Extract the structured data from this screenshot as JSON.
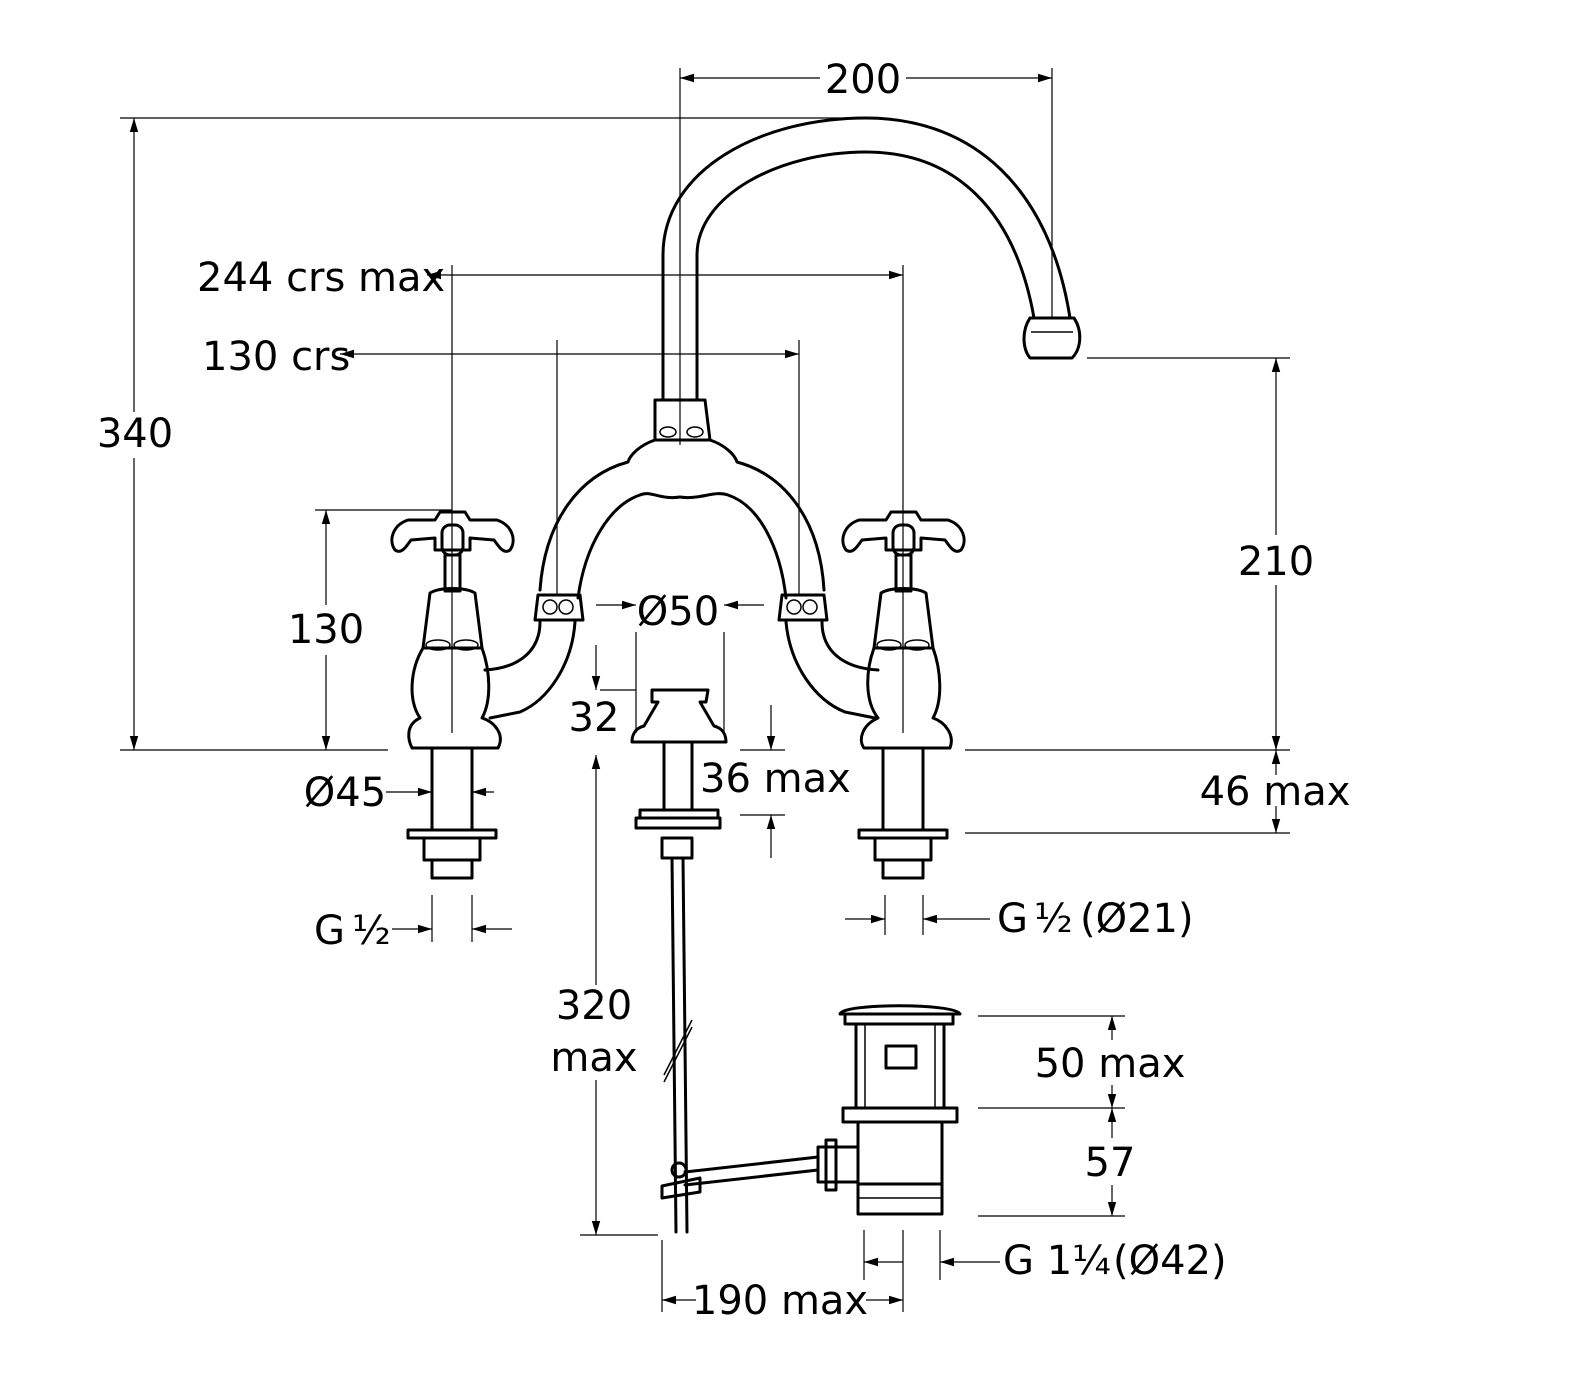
{
  "dimensions": {
    "spout_reach": "200",
    "overall_height": "340",
    "centres_max": "244 crs max",
    "centres": "130 crs",
    "spout_height": "210",
    "handle_height": "130",
    "spout_base_dia": "Ø50",
    "pop_up_height": "32",
    "deck_thickness_pop_up": "36 max",
    "deck_thickness_tap": "46 max",
    "tap_base_dia": "Ø45",
    "tail_thread_left": {
      "main": "G",
      "fraction": "½"
    },
    "tail_thread_right": {
      "main": "G",
      "fraction": "½",
      "suffix": "(Ø21)"
    },
    "rod_length_line1": "320",
    "rod_length_line2": "max",
    "waste_top": "50 max",
    "waste_body": "57",
    "waste_thread": {
      "main": "G 1",
      "fraction": "¼",
      "suffix": "(Ø42)"
    },
    "rod_offset": "190 max"
  }
}
